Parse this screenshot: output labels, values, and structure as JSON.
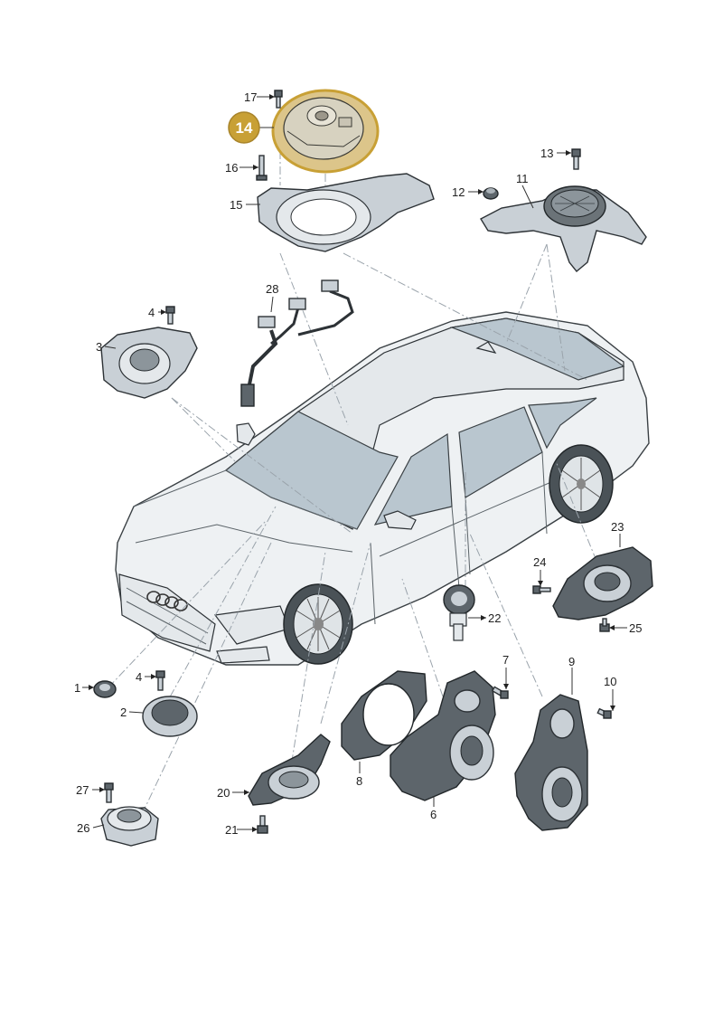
{
  "highlight": {
    "label": "14",
    "color": "#c8a035"
  },
  "callouts": [
    {
      "id": "1",
      "text": "1"
    },
    {
      "id": "2",
      "text": "2"
    },
    {
      "id": "3",
      "text": "3"
    },
    {
      "id": "4a",
      "text": "4"
    },
    {
      "id": "4b",
      "text": "4"
    },
    {
      "id": "6",
      "text": "6"
    },
    {
      "id": "7",
      "text": "7"
    },
    {
      "id": "8",
      "text": "8"
    },
    {
      "id": "9",
      "text": "9"
    },
    {
      "id": "10",
      "text": "10"
    },
    {
      "id": "11",
      "text": "11"
    },
    {
      "id": "12",
      "text": "12"
    },
    {
      "id": "13",
      "text": "13"
    },
    {
      "id": "15",
      "text": "15"
    },
    {
      "id": "16",
      "text": "16"
    },
    {
      "id": "17",
      "text": "17"
    },
    {
      "id": "20",
      "text": "20"
    },
    {
      "id": "21",
      "text": "21"
    },
    {
      "id": "22",
      "text": "22"
    },
    {
      "id": "23",
      "text": "23"
    },
    {
      "id": "24",
      "text": "24"
    },
    {
      "id": "25",
      "text": "25"
    },
    {
      "id": "26",
      "text": "26"
    },
    {
      "id": "27",
      "text": "27"
    },
    {
      "id": "28",
      "text": "28"
    }
  ]
}
